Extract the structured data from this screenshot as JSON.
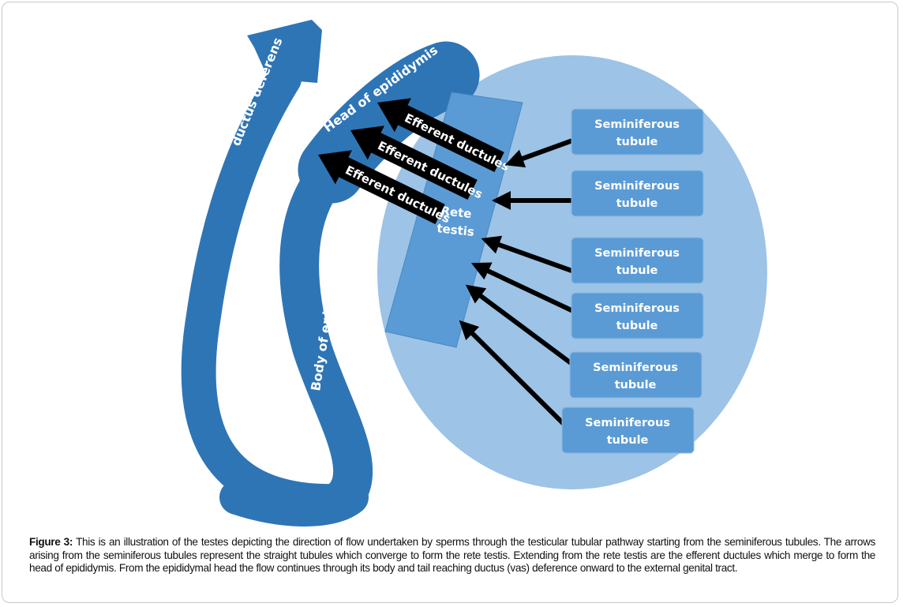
{
  "colors": {
    "epididymis": "#2e75b6",
    "testis": "#9dc3e6",
    "rete_testis": "#5b9bd5",
    "tubule": "#5b9bd5",
    "arrow": "#000000"
  },
  "labels": {
    "ductus_deferens": "ductus deferens",
    "head": "Head of epididymis",
    "body": "Body of epididymis",
    "rete_line1": "Rete",
    "rete_line2": "testis",
    "efferent": [
      "Efferent ductules",
      "Efferent ductules",
      "Efferent ductules"
    ]
  },
  "tubules": [
    {
      "line1": "Seminiferous",
      "line2": "tubule"
    },
    {
      "line1": "Seminiferous",
      "line2": "tubule"
    },
    {
      "line1": "Seminiferous",
      "line2": "tubule"
    },
    {
      "line1": "Seminiferous",
      "line2": "tubule"
    },
    {
      "line1": "Seminiferous",
      "line2": "tubule"
    },
    {
      "line1": "Seminiferous",
      "line2": "tubule"
    }
  ],
  "caption": {
    "label": "Figure 3:",
    "text": " This is an illustration of the testes depicting the direction of flow undertaken by sperms through the testicular tubular pathway starting from the seminiferous tubules. The arrows arising from the seminiferous tubules represent the straight tubules which converge to form the rete testis. Extending from the rete testis are the efferent ductules which merge to form the head of epididymis. From the epididymal head the flow continues through its body and tail reaching ductus (vas) deference onward to the external genital tract."
  }
}
